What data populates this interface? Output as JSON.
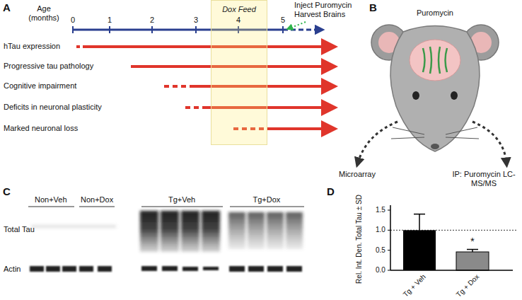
{
  "diagram": {
    "nodes": [
      {
        "text": [
          "Dox Feed"
        ]
      }
    ],
    "labels": [
      "A",
      "B",
      "C",
      "D",
      "Age (months)",
      "0",
      "1",
      "2",
      "3",
      "4",
      "5",
      "Inject Puromycin Harvest Brains",
      "hTau expression",
      "Progressive tau pathology",
      "Cognitive impairment",
      "Deficits in neuronal plasticity",
      "Marked neuronal loss",
      "Puromycin",
      "Microarray",
      "IP: Puromycin LC-MS/MS",
      "Non+Veh",
      "Non+Dox",
      "Tg+Veh",
      "Tg+Dox",
      "Total Tau",
      "Actin",
      "1.5",
      "1.0",
      "0.5",
      "0.0",
      "Rel. Int. Den. Total Tau ± SD",
      "*",
      "Tg + Veh",
      "Tg + Dox"
    ]
  }
}
